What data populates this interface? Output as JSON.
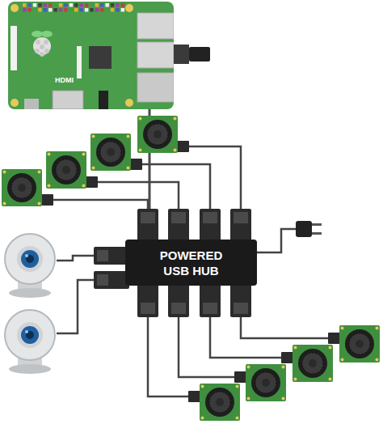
{
  "diagram": {
    "nodes": [
      {
        "text": [
          "HDMI"
        ]
      },
      {
        "text": [
          "POWERED USB HUB"
        ]
      }
    ],
    "edges": [
      {
        "from": 0,
        "to": 1,
        "arrow": "none"
      }
    ]
  }
}
